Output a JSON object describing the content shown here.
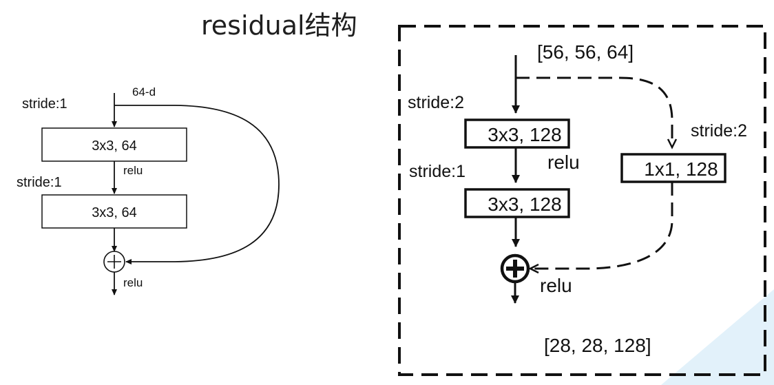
{
  "title": "residual结构",
  "left": {
    "input_dim": "64-d",
    "stride1": "stride:1",
    "conv1": "3x3, 64",
    "relu1": "relu",
    "stride2": "stride:1",
    "conv2": "3x3, 64",
    "relu_out": "relu"
  },
  "right": {
    "input_shape": "[56, 56, 64]",
    "stride_main": "stride:2",
    "conv1": "3x3, 128",
    "relu1": "relu",
    "stride_second": "stride:1",
    "conv2": "3x3, 128",
    "shortcut_stride": "stride:2",
    "shortcut_conv": "1x1, 128",
    "relu_out": "relu",
    "output_shape": "[28, 28, 128]"
  },
  "colors": {
    "stroke": "#111111",
    "background": "#ffffff",
    "corner_accent": "#d6ecf8"
  }
}
